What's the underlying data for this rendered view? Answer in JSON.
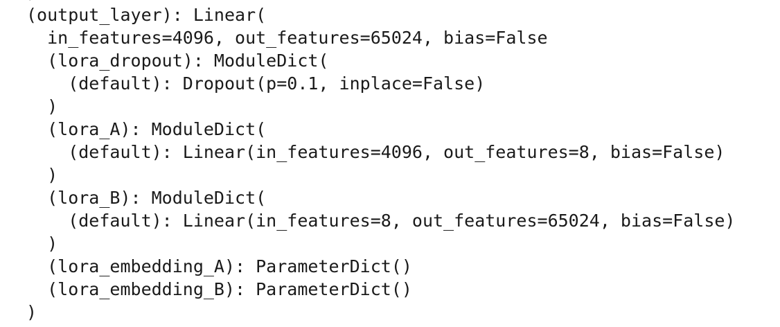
{
  "code_lines": [
    ")",
    "(output_layer): Linear(",
    "  in_features=4096, out_features=65024, bias=False",
    "  (lora_dropout): ModuleDict(",
    "    (default): Dropout(p=0.1, inplace=False)",
    "  )",
    "  (lora_A): ModuleDict(",
    "    (default): Linear(in_features=4096, out_features=8, bias=False)",
    "  )",
    "  (lora_B): ModuleDict(",
    "    (default): Linear(in_features=8, out_features=65024, bias=False)",
    "  )",
    "  (lora_embedding_A): ParameterDict()",
    "  (lora_embedding_B): ParameterDict()",
    ")"
  ]
}
